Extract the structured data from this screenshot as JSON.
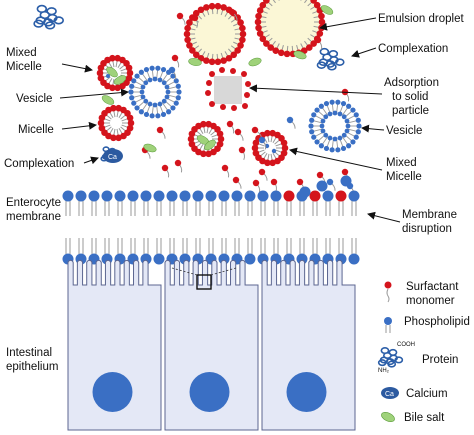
{
  "labels": {
    "emulsion_droplet": "Emulsion droplet",
    "complexation_top": "Complexation",
    "mixed_micelle_top_line1": "Mixed",
    "mixed_micelle_top_line2": "Micelle",
    "vesicle_left": "Vesicle",
    "adsorption_line1": "Adsorption",
    "adsorption_line2": "to solid",
    "adsorption_line3": "particle",
    "micelle": "Micelle",
    "vesicle_right": "Vesicle",
    "complexation_left": "Complexation",
    "mixed_micelle_right_line1": "Mixed",
    "mixed_micelle_right_line2": "Micelle",
    "enterocyte_line1": "Enterocyte",
    "enterocyte_line2": "membrane",
    "membrane_disruption_line1": "Membrane",
    "membrane_disruption_line2": "disruption",
    "intestinal_line1": "Intestinal",
    "intestinal_line2": "epithelium"
  },
  "legend": {
    "surfactant_line1": "Surfactant",
    "surfactant_line2": "monomer",
    "phospholipid": "Phospholipid",
    "protein": "Protein",
    "calcium": "Calcium",
    "bile_salt": "Bile salt"
  },
  "glyphs": {
    "cooh": "COOH",
    "nh2": "NH₂",
    "ca": "Ca"
  },
  "colors": {
    "surfactant_head": "#d4141c",
    "phospholipid_head": "#3a6fc4",
    "protein": "#2b5ea8",
    "calcium": "#2c5aa0",
    "bile_salt": "#9fd27a",
    "droplet_core": "#fbf7d6",
    "cell_fill": "#e4e8f6",
    "cell_stroke": "#5c6690",
    "nucleus": "#3a6fc4",
    "tail": "#999999"
  }
}
